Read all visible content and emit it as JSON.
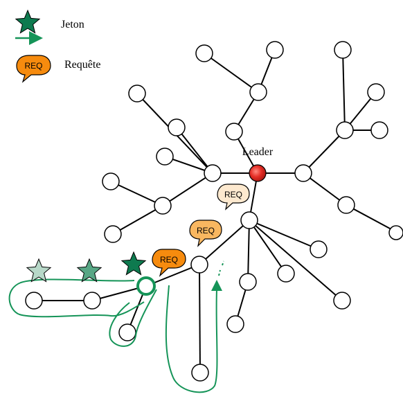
{
  "legend": {
    "token_label": "Jeton",
    "request_label": "Requête",
    "request_bubble_text": "REQ"
  },
  "leader_label": "Leader",
  "request_bubbles": [
    {
      "text": "REQ",
      "color": "#fde9cf"
    },
    {
      "text": "REQ",
      "color": "#f9b760"
    },
    {
      "text": "REQ",
      "color": "#f68b0e"
    }
  ],
  "colors": {
    "token_dark": "#0e7a4f",
    "token_medium": "#58a785",
    "token_light": "#b7d8c8",
    "path": "#159458",
    "leader": "#e52e26",
    "request": "#f68b0e",
    "node_stroke": "#000000"
  }
}
